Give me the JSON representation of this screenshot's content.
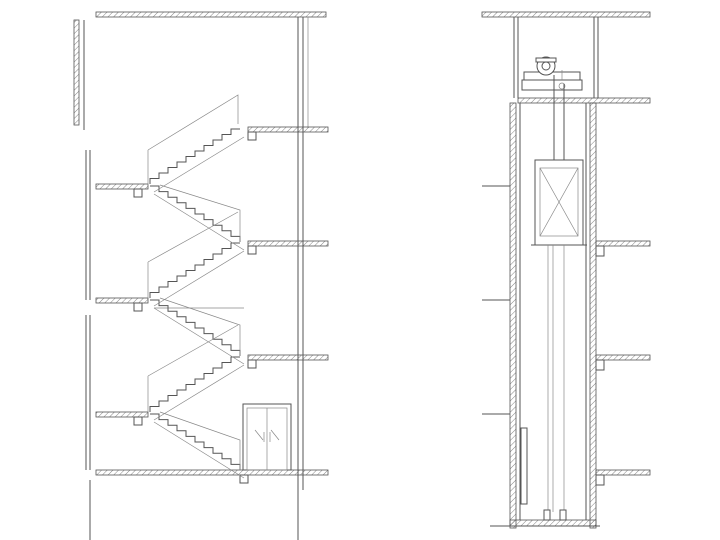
{
  "drawing": {
    "views": [
      {
        "id": "stair-section",
        "floors": 3,
        "flights_per_floor": 2,
        "door_at_ground": true
      },
      {
        "id": "elevator-shaft-section",
        "floors": 4,
        "machine_room": true,
        "car": true,
        "counterweight": true
      }
    ],
    "colors": {
      "line": "#555555",
      "background": "#ffffff"
    }
  }
}
